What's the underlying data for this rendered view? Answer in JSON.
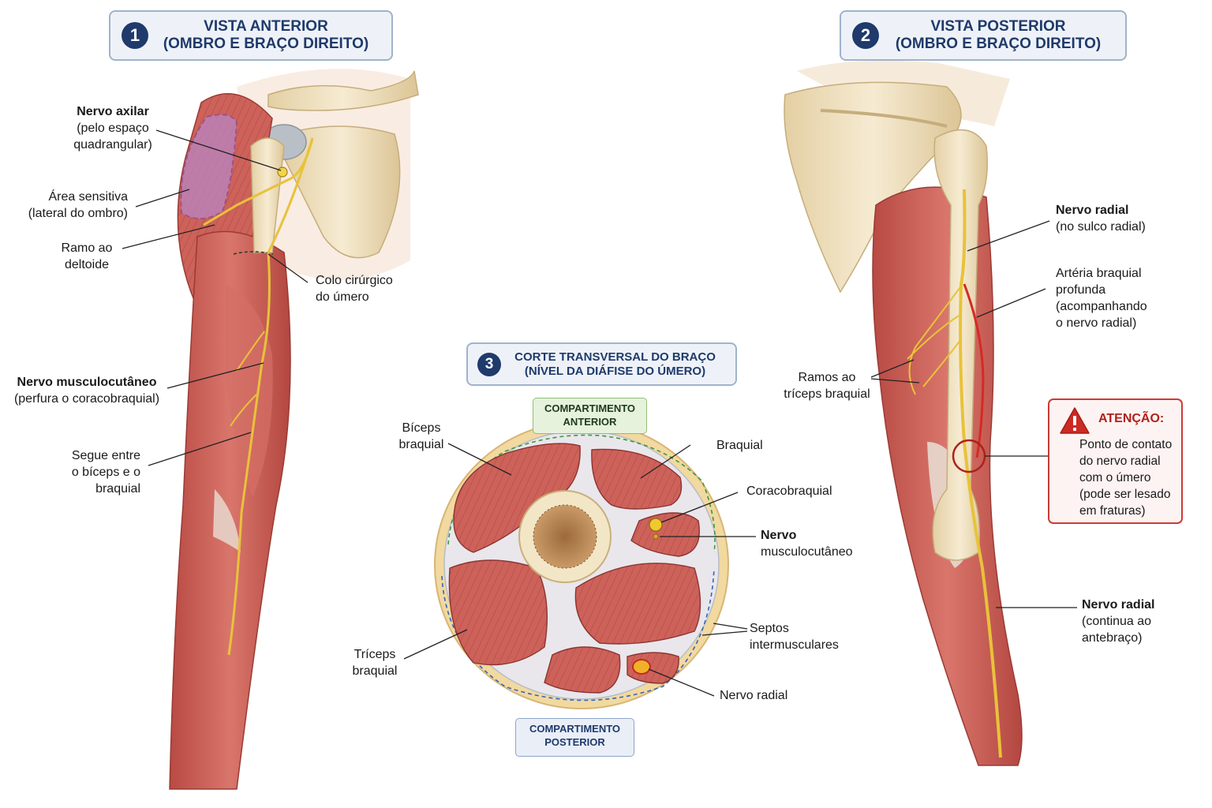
{
  "panels": {
    "anterior": {
      "number": "1",
      "title_line1": "VISTA ANTERIOR",
      "title_line2": "(OMBRO E BRAÇO DIREITO)"
    },
    "posterior": {
      "number": "2",
      "title_line1": "VISTA POSTERIOR",
      "title_line2": "(OMBRO E BRAÇO DIREITO)"
    },
    "section": {
      "number": "3",
      "title_line1": "CORTE TRANSVERSAL DO BRAÇO",
      "title_line2": "(NÍVEL DA DIÁFISE DO ÚMERO)"
    }
  },
  "anterior_labels": {
    "axillary_title": "Nervo axilar",
    "axillary_l2": "(pelo espaço",
    "axillary_l3": "quadrangular)",
    "sensory_l1": "Área sensitiva",
    "sensory_l2": "(lateral do ombro)",
    "deltoid_l1": "Ramo ao",
    "deltoid_l2": "deltoide",
    "neck_l1": "Colo cirúrgico",
    "neck_l2": "do úmero",
    "musculo_title": "Nervo musculocutâneo",
    "musculo_l2": "(perfura o coracobraquial)",
    "between_l1": "Segue entre",
    "between_l2": "o bíceps e o",
    "between_l3": "braquial"
  },
  "section_labels": {
    "anterior_comp_l1": "COMPARTIMENTO",
    "anterior_comp_l2": "ANTERIOR",
    "posterior_comp_l1": "COMPARTIMENTO",
    "posterior_comp_l2": "POSTERIOR",
    "biceps_l1": "Bíceps",
    "biceps_l2": "braquial",
    "brachialis": "Braquial",
    "coracobrachialis": "Coracobraquial",
    "musculo_title": "Nervo",
    "musculo_l2": "musculocutâneo",
    "septa_l1": "Septos",
    "septa_l2": "intermusculares",
    "triceps_l1": "Tríceps",
    "triceps_l2": "braquial",
    "radial": "Nervo radial"
  },
  "posterior_labels": {
    "radial_title": "Nervo radial",
    "radial_l2": "(no sulco radial)",
    "artery_l1": "Artéria braquial",
    "artery_l2": "profunda",
    "artery_l3": "(acompanhando",
    "artery_l4": "o nervo radial)",
    "triceps_branches_l1": "Ramos ao",
    "triceps_branches_l2": "tríceps braquial",
    "radial2_title": "Nervo radial",
    "radial2_l2": "(continua ao",
    "radial2_l3": "antebraço)"
  },
  "alert": {
    "title": "ATENÇÃO:",
    "icon": "warning-triangle-icon",
    "l1": "Ponto de contato",
    "l2": "do nervo radial",
    "l3": "com o úmero",
    "l4": "(pode ser lesado",
    "l5": "em fraturas)"
  },
  "colors": {
    "title_navy": "#1f3a6b",
    "nerve": "#e8c23a",
    "muscle": "#c7554d",
    "bone": "#ecdcb8",
    "artery": "#d42b22",
    "alert_red": "#cc3b36"
  }
}
